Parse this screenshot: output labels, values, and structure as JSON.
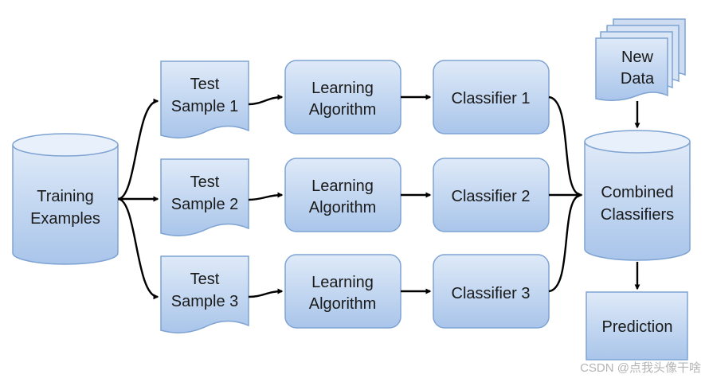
{
  "nodes": {
    "training_examples": [
      "Training",
      "Examples"
    ],
    "test_samples": [
      [
        "Test",
        "Sample 1"
      ],
      [
        "Test",
        "Sample 2"
      ],
      [
        "Test",
        "Sample 3"
      ]
    ],
    "learning_algorithms": [
      [
        "Learning",
        "Algorithm"
      ],
      [
        "Learning",
        "Algorithm"
      ],
      [
        "Learning",
        "Algorithm"
      ]
    ],
    "classifiers": [
      "Classifier 1",
      "Classifier 2",
      "Classifier 3"
    ],
    "new_data": [
      "New",
      "Data"
    ],
    "combined_classifiers": [
      "Combined",
      "Classifiers"
    ],
    "prediction": "Prediction"
  },
  "watermark": "CSDN @点我头像干啥",
  "colors": {
    "fill_top": "#dfeaf8",
    "fill_bottom": "#a9c5ea",
    "stroke": "#7ea3d3",
    "arrow": "#000000"
  }
}
